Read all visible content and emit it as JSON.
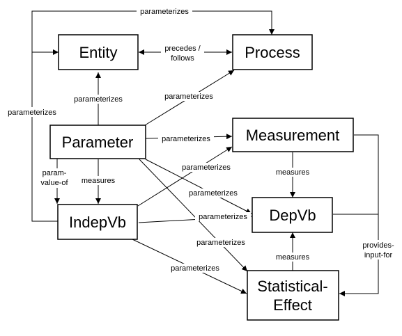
{
  "nodes": {
    "entity": "Entity",
    "process": "Process",
    "parameter": "Parameter",
    "measurement": "Measurement",
    "indepvb": "IndepVb",
    "depvb": "DepVb",
    "statistical_effect": [
      "Statistical-",
      "Effect"
    ]
  },
  "edges": {
    "parameterizes": "parameterizes",
    "precedes_follows": [
      "precedes /",
      "follows"
    ],
    "measures": "measures",
    "param_value_of": [
      "param-",
      "value-of"
    ],
    "provides_input_for": [
      "provides-",
      "input-for"
    ]
  },
  "colors": {
    "stroke": "#000000",
    "background": "#ffffff"
  }
}
